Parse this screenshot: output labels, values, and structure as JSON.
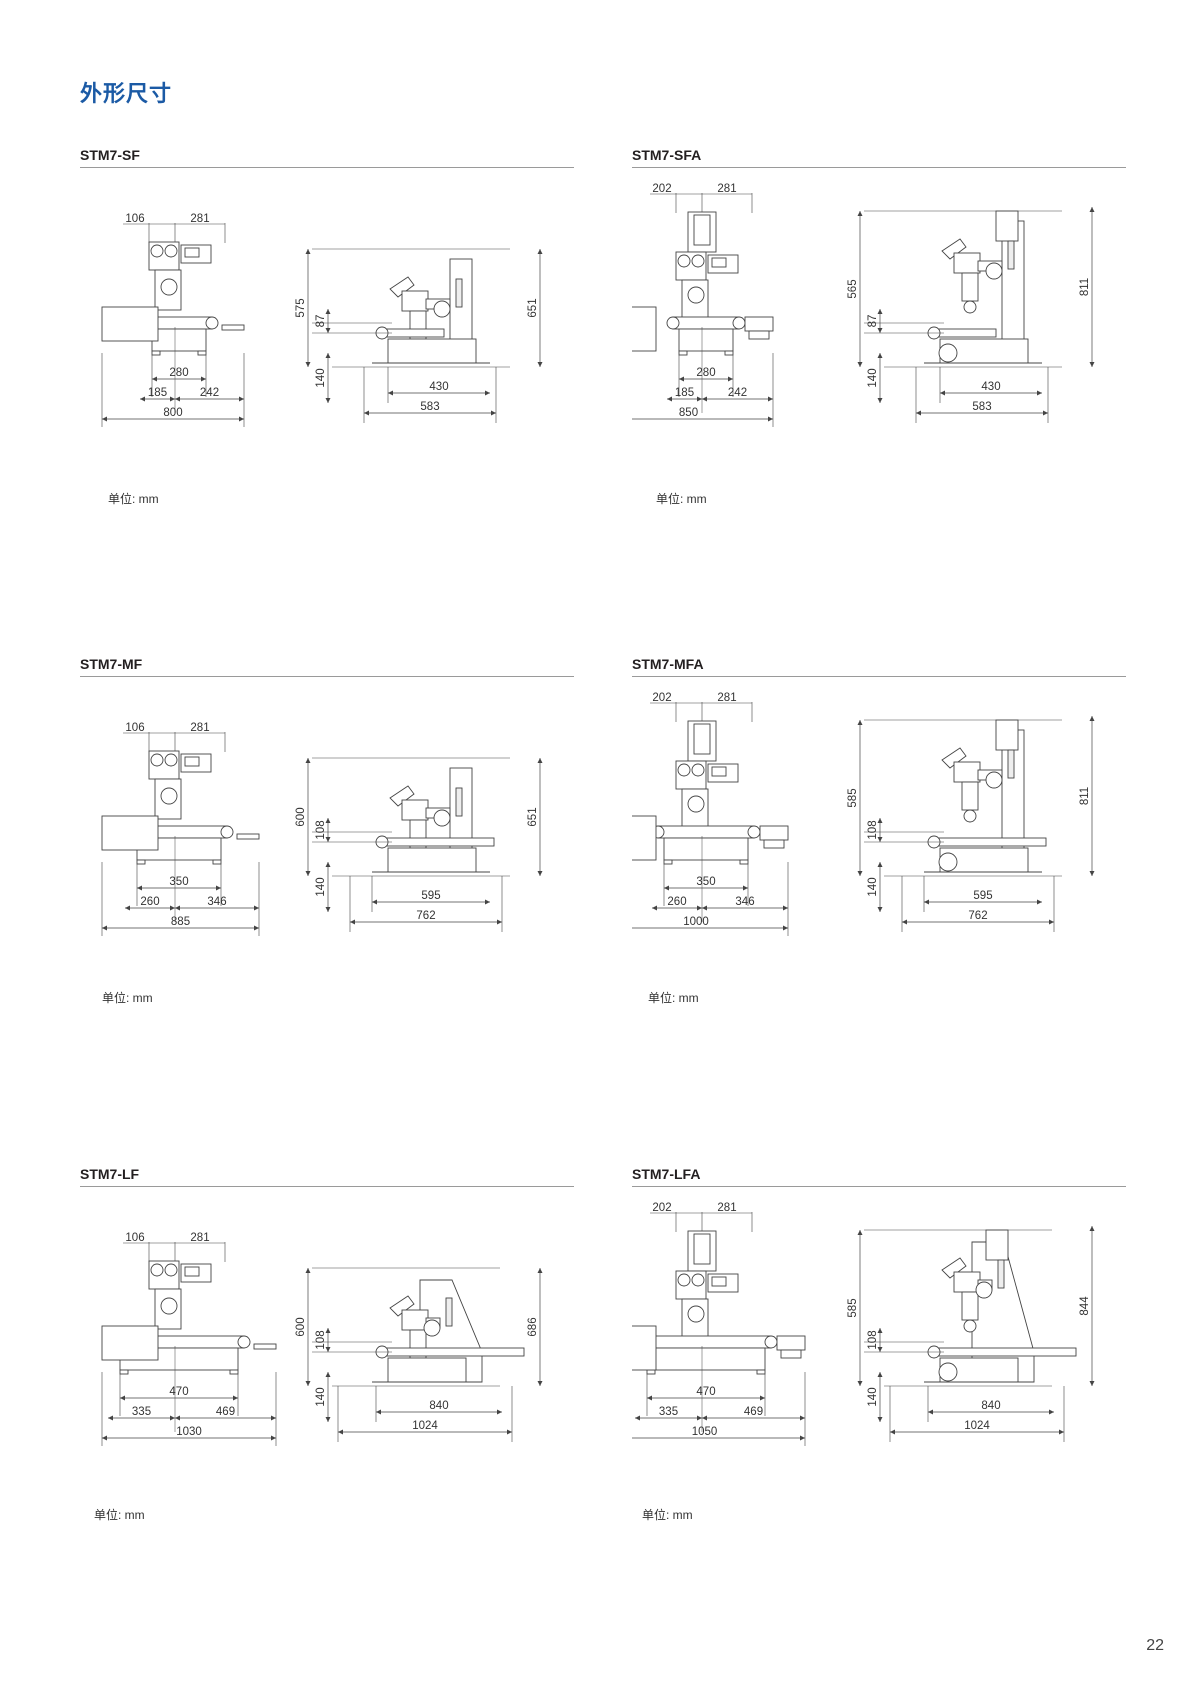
{
  "page_title": "外形尺寸",
  "page_number": "22",
  "panels": [
    {
      "model": "STM7-SF",
      "unit": "单位: mm",
      "front_dims": {
        "top_left": "106",
        "top_right": "281",
        "inner": "280",
        "lower_left": "185",
        "lower_right": "242",
        "total": "800"
      },
      "side_dims": {
        "height_total": "575",
        "height_upper": "87",
        "height_base": "140",
        "depth_inner": "430",
        "depth_total": "583",
        "height_right": "651"
      }
    },
    {
      "model": "STM7-SFA",
      "unit": "单位: mm",
      "front_dims": {
        "top_left": "202",
        "top_right": "281",
        "inner": "280",
        "lower_left": "185",
        "lower_right": "242",
        "total": "850"
      },
      "side_dims": {
        "height_total": "565",
        "height_upper": "87",
        "height_base": "140",
        "depth_inner": "430",
        "depth_total": "583",
        "height_right": "811"
      }
    },
    {
      "model": "STM7-MF",
      "unit": "单位: mm",
      "front_dims": {
        "top_left": "106",
        "top_right": "281",
        "inner": "350",
        "lower_left": "260",
        "lower_right": "346",
        "total": "885"
      },
      "side_dims": {
        "height_total": "600",
        "height_upper": "108",
        "height_base": "140",
        "depth_inner": "595",
        "depth_total": "762",
        "height_right": "651"
      }
    },
    {
      "model": "STM7-MFA",
      "unit": "单位: mm",
      "front_dims": {
        "top_left": "202",
        "top_right": "281",
        "inner": "350",
        "lower_left": "260",
        "lower_right": "346",
        "total": "1000"
      },
      "side_dims": {
        "height_total": "585",
        "height_upper": "108",
        "height_base": "140",
        "depth_inner": "595",
        "depth_total": "762",
        "height_right": "811"
      }
    },
    {
      "model": "STM7-LF",
      "unit": "单位: mm",
      "front_dims": {
        "top_left": "106",
        "top_right": "281",
        "inner": "470",
        "lower_left": "335",
        "lower_right": "469",
        "total": "1030"
      },
      "side_dims": {
        "height_total": "600",
        "height_upper": "108",
        "height_base": "140",
        "depth_inner": "840",
        "depth_total": "1024",
        "height_right": "686"
      }
    },
    {
      "model": "STM7-LFA",
      "unit": "单位: mm",
      "front_dims": {
        "top_left": "202",
        "top_right": "281",
        "inner": "470",
        "lower_left": "335",
        "lower_right": "469",
        "total": "1050"
      },
      "side_dims": {
        "height_total": "585",
        "height_upper": "108",
        "height_base": "140",
        "depth_inner": "840",
        "depth_total": "1024",
        "height_right": "844"
      }
    }
  ]
}
